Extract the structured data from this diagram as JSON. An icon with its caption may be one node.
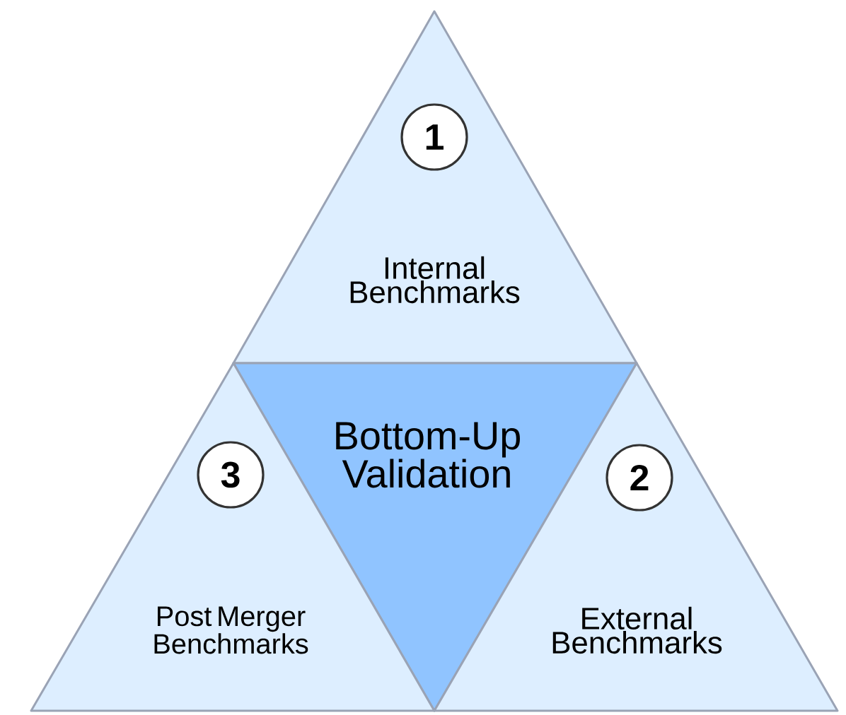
{
  "diagram": {
    "nodes": [
      {
        "text": [
          "Internal Benchmarks"
        ]
      },
      {
        "text": [
          "1"
        ],
        "in": 0
      },
      {
        "text": [
          "Bottom-Up Validation"
        ]
      },
      {
        "text": [
          "Post Merger Benchmarks"
        ]
      },
      {
        "text": [
          "3"
        ],
        "in": 3
      },
      {
        "text": [
          "External Benchmarks"
        ]
      },
      {
        "text": [
          "2"
        ],
        "in": 5
      }
    ]
  }
}
